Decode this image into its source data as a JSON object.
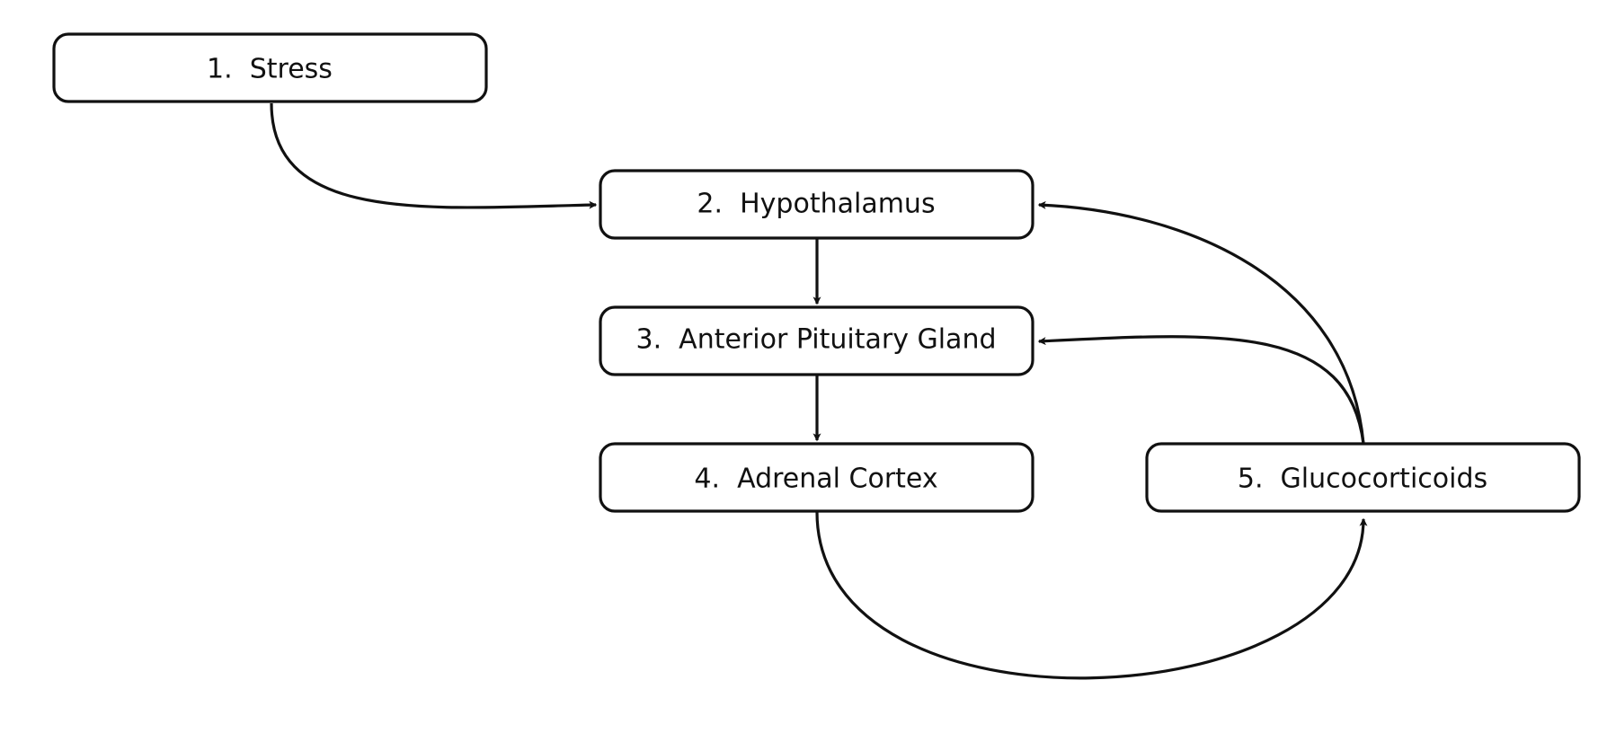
{
  "diagram": {
    "nodes": [
      {
        "id": "stress",
        "label": "1.  Stress"
      },
      {
        "id": "hypothalamus",
        "label": "2.  Hypothalamus"
      },
      {
        "id": "anterior-pituitary",
        "label": "3.  Anterior Pituitary Gland"
      },
      {
        "id": "adrenal-cortex",
        "label": "4.  Adrenal Cortex"
      },
      {
        "id": "glucocorticoids",
        "label": "5.  Glucocorticoids"
      }
    ],
    "edges": [
      {
        "from": "stress",
        "to": "hypothalamus"
      },
      {
        "from": "hypothalamus",
        "to": "anterior-pituitary"
      },
      {
        "from": "anterior-pituitary",
        "to": "adrenal-cortex"
      },
      {
        "from": "adrenal-cortex",
        "to": "glucocorticoids"
      },
      {
        "from": "glucocorticoids",
        "to": "hypothalamus"
      },
      {
        "from": "glucocorticoids",
        "to": "anterior-pituitary"
      }
    ],
    "colors": {
      "stroke": "#111111",
      "fill": "#ffffff",
      "text": "#111111"
    }
  }
}
